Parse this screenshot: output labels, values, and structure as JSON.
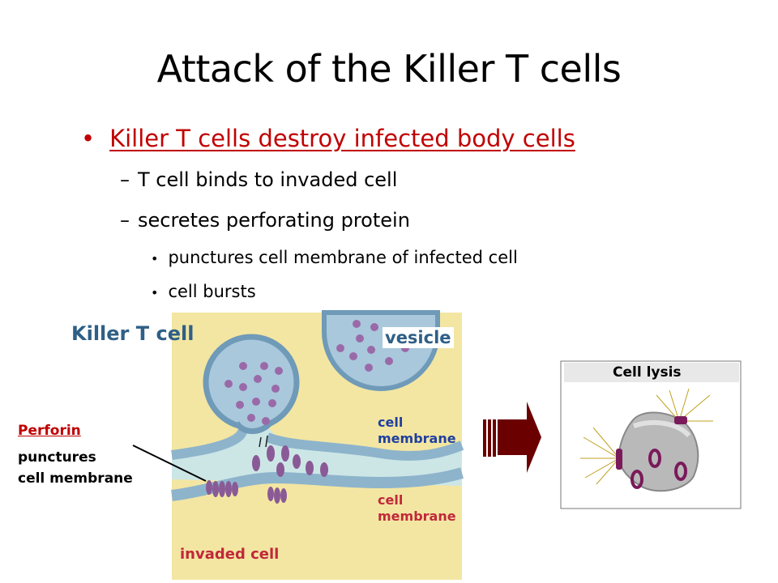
{
  "title": "Attack of the Killer T cells",
  "bullets": {
    "main": "Killer T cells destroy infected body cells",
    "sub": [
      "T cell binds to invaded cell",
      "secretes perforating protein"
    ],
    "subsub": [
      "punctures cell membrane of infected cell",
      "cell bursts"
    ]
  },
  "diagram": {
    "killer_label": "Killer T cell",
    "vesicle_label": "vesicle",
    "cell_membrane_top": [
      "cell",
      "membrane"
    ],
    "cell_membrane_bottom": [
      "cell",
      "membrane"
    ],
    "invaded_label": "invaded cell",
    "perforin_label": "Perforin",
    "perforin_desc": [
      "punctures",
      "cell membrane"
    ],
    "lysis_label": "Cell lysis"
  },
  "colors": {
    "background_panel": "#f3e6a2",
    "membrane": "#8eb4cc",
    "vesicle": "#a9c8dc",
    "protein": "#8a5a96",
    "arrow": "#6a0000",
    "accent_red": "#c00000"
  }
}
